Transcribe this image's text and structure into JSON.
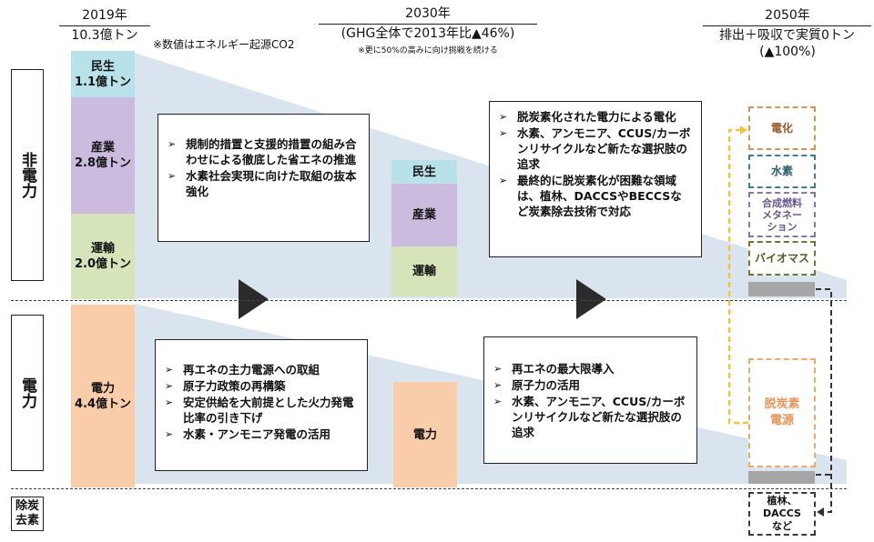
{
  "headers": {
    "y2019": {
      "year": "2019年",
      "value": "10.3億トン",
      "note": "※数値はエネルギー起源CO2"
    },
    "y2030": {
      "year": "2030年",
      "value": "(GHG全体で2013年比▲46%)",
      "note": "※更に50%の高みに向け挑戦を続ける"
    },
    "y2050": {
      "year": "2050年",
      "value": "排出＋吸収で実質0トン",
      "value2": "(▲100%)"
    }
  },
  "rows": {
    "non_power": "非電力",
    "power": "電力",
    "removal": "除炭\n去素"
  },
  "bar2019": [
    {
      "label": "民生\n1.1億トン",
      "value": 1.1,
      "color": "#b9e1ea"
    },
    {
      "label": "産業\n2.8億トン",
      "value": 2.8,
      "color": "#cbbbde"
    },
    {
      "label": "運輸\n2.0億トン",
      "value": 2.0,
      "color": "#d6e4b9"
    },
    {
      "label": "電力\n4.4億トン",
      "value": 4.4,
      "color": "#f9ccaa"
    }
  ],
  "bar2030": [
    {
      "label": "民生",
      "color": "#b9e1ea"
    },
    {
      "label": "産業",
      "color": "#cbbbde"
    },
    {
      "label": "運輸",
      "color": "#d6e4b9"
    },
    {
      "label": "電力",
      "color": "#f9ccaa"
    }
  ],
  "box_nonpower_2030": [
    "規制的措置と支援的措置の組み合わせによる徹底した省エネの推進",
    "水素社会実現に向けた取組の抜本強化"
  ],
  "box_nonpower_2050": [
    "脱炭素化された電力による電化",
    "水素、アンモニア、CCUS/カーボンリサイクルなど新たな選択肢の追求",
    "最終的に脱炭素化が困難な領域は、植林、DACCSやBECCSなど炭素除去技術で対応"
  ],
  "box_power_2030": [
    "再エネの主力電源への取組",
    "原子力政策の再構築",
    "安定供給を大前提とした火力発電比率の引き下げ",
    "水素・アンモニア発電の活用"
  ],
  "box_power_2050": [
    "再エネの最大限導入",
    "原子力の活用",
    "水素、アンモニア、CCUS/カーボンリサイクルなど新たな選択肢の追求"
  ],
  "options2050": [
    {
      "label": "電化",
      "color": "#d9944f",
      "text_color": "#9c5a2a"
    },
    {
      "label": "水素",
      "color": "#3d7f92",
      "text_color": "#2c5d6e"
    },
    {
      "label": "合成燃料\nメタネー\nション",
      "color": "#8a74a8",
      "text_color": "#6a5690"
    },
    {
      "label": "バイオマス",
      "color": "#6b7d2d",
      "text_color": "#4f5d1f"
    },
    {
      "label": "脱炭素\n電源",
      "color": "#efa86c",
      "text_color": "#e9955a"
    },
    {
      "label": "植林、\nDACCS\nなど",
      "color": "#3a3a3a",
      "text_color": "#111111"
    }
  ],
  "colors": {
    "wedge": "#dae4ef",
    "arrow_yellow": "#f3c33c",
    "arrow_dark": "#333333",
    "gray_bar": "#a6a6a6"
  }
}
